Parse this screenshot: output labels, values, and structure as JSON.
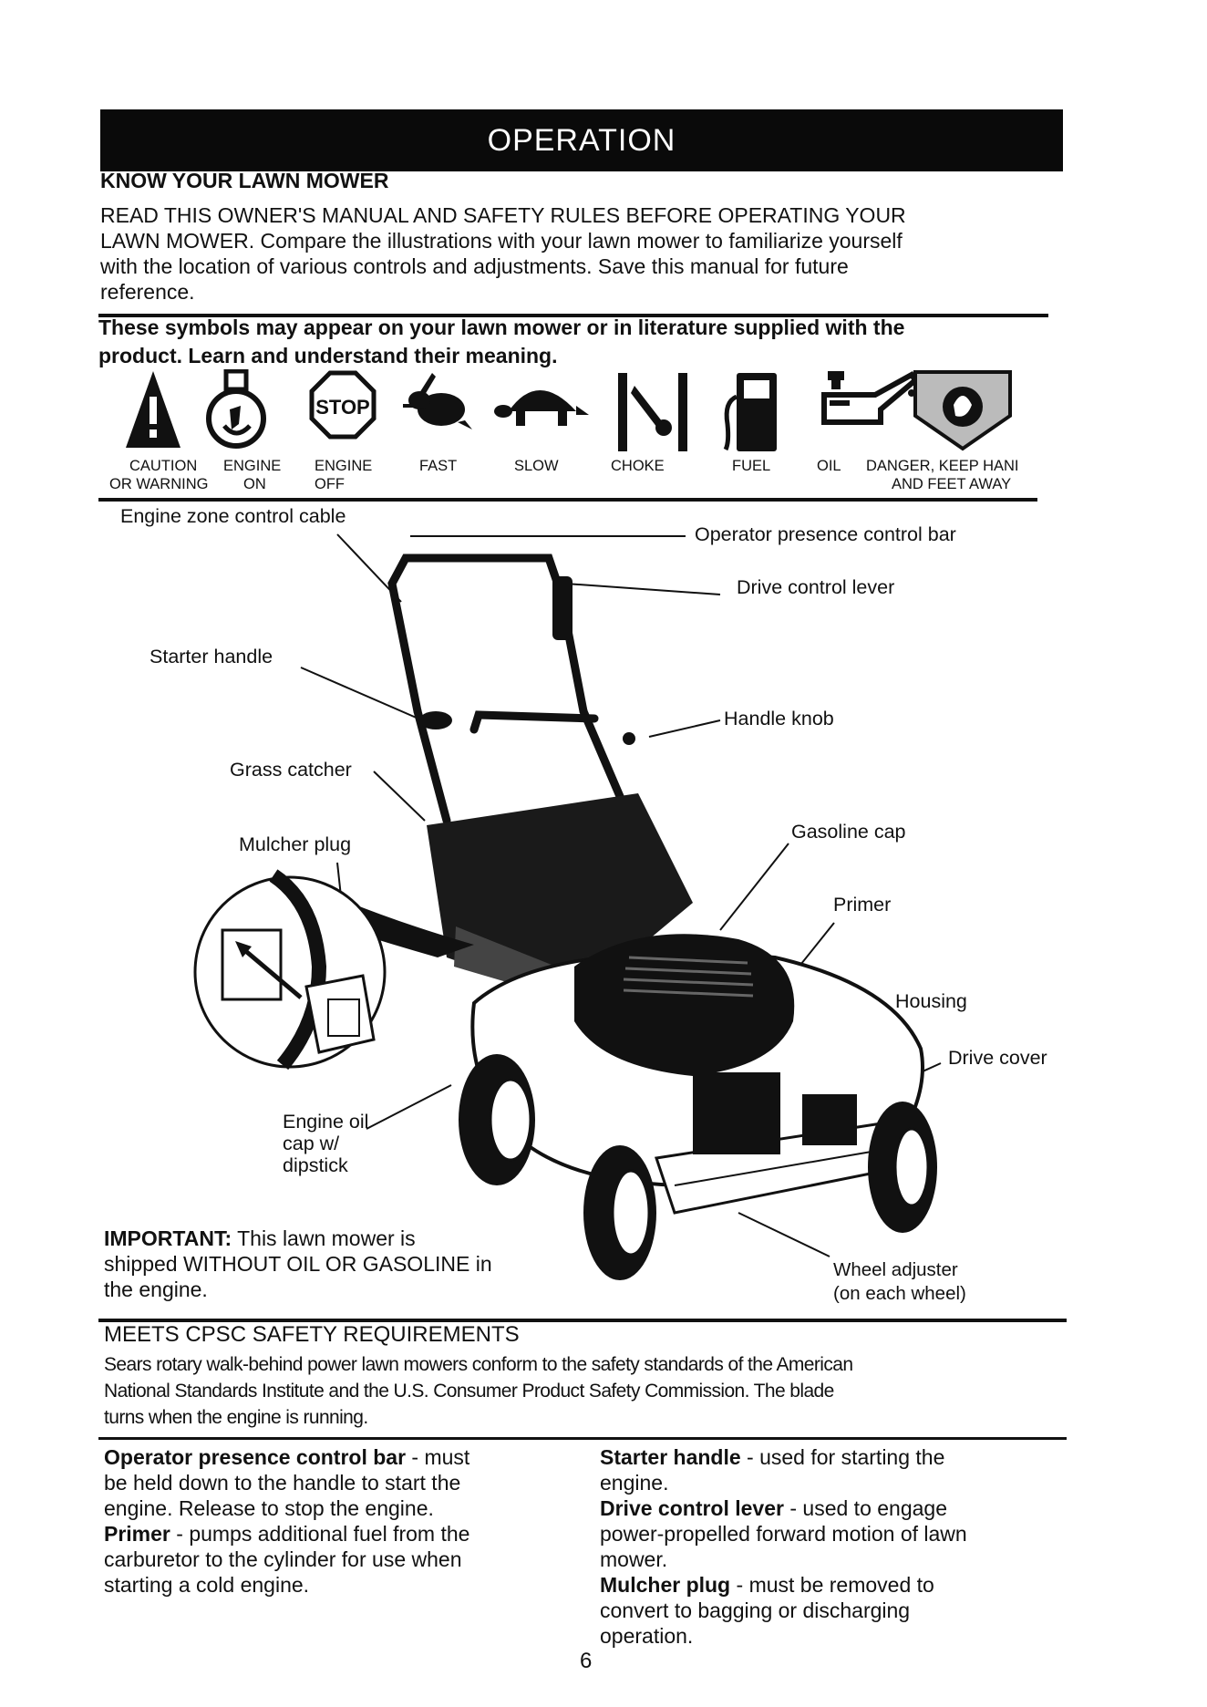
{
  "banner": "OPERATION",
  "heading": "KNOW YOUR LAWN MOWER",
  "intro": [
    "READ THIS OWNER'S MANUAL AND SAFETY RULES BEFORE OPERATING YOUR",
    "LAWN MOWER.  Compare the illustrations with your lawn mower to familiarize yourself",
    "with the location of various controls and adjustments.  Save this manual for future",
    "reference."
  ],
  "symbols_heading": [
    "These symbols may appear on your lawn mower or in literature supplied with the",
    "product. Learn and understand their meaning."
  ],
  "symbols": {
    "caution_l1": "CAUTION",
    "caution_l2": "OR WARNING",
    "engine_on_l1": "ENGINE",
    "engine_on_l2": "ON",
    "engine_off_l1": "ENGINE",
    "engine_off_l2": "OFF",
    "stop_text": "STOP",
    "fast": "FAST",
    "slow": "SLOW",
    "choke": "CHOKE",
    "fuel": "FUEL",
    "oil": "OIL",
    "danger_l1": "DANGER, KEEP HANI",
    "danger_l2": "AND FEET AWAY"
  },
  "callouts": {
    "engine_zone": "Engine zone control cable",
    "operator_bar": "Operator presence control bar",
    "drive_lever": "Drive control lever",
    "starter": "Starter handle",
    "handle_knob": "Handle knob",
    "grass_catcher": "Grass catcher",
    "mulcher": "Mulcher plug",
    "gas_cap": "Gasoline cap",
    "primer": "Primer",
    "housing": "Housing",
    "drive_cover": "Drive cover",
    "oil_l1": "Engine oil",
    "oil_l2": "cap w/",
    "oil_l3": "dipstick",
    "wheel_l1": "Wheel adjuster",
    "wheel_l2": "(on each wheel)"
  },
  "important": {
    "label": "IMPORTANT:",
    "l1": " This lawn mower is",
    "l2": "shipped WITHOUT OIL OR GASOLINE in",
    "l3": "the engine."
  },
  "cpsc_heading": "MEETS CPSC SAFETY REQUIREMENTS",
  "cpsc": [
    "Sears rotary walk-behind power lawn mowers conform to the safety standards of the American",
    "National Standards Institute and the U.S. Consumer Product Safety Commission.  The blade",
    "turns when the engine is running."
  ],
  "left_col": {
    "t1": "Operator presence control bar",
    "d1a": " - must",
    "d1b": "be held down to the handle to start the",
    "d1c": "engine.  Release to stop the engine.",
    "t2": "Primer",
    "d2a": " - pumps additional fuel from the",
    "d2b": "carburetor to the cylinder for use when",
    "d2c": "starting a cold engine."
  },
  "right_col": {
    "t1": "Starter handle",
    "d1a": " - used for starting the",
    "d1b": "engine.",
    "t2": "Drive control lever",
    "d2a": " - used to engage",
    "d2b": "power-propelled forward motion of  lawn",
    "d2c": "mower.",
    "t3": "Mulcher plug",
    "d3a": " - must be removed to",
    "d3b": "convert to bagging or discharging",
    "d3c": "operation."
  },
  "page_number": "6"
}
